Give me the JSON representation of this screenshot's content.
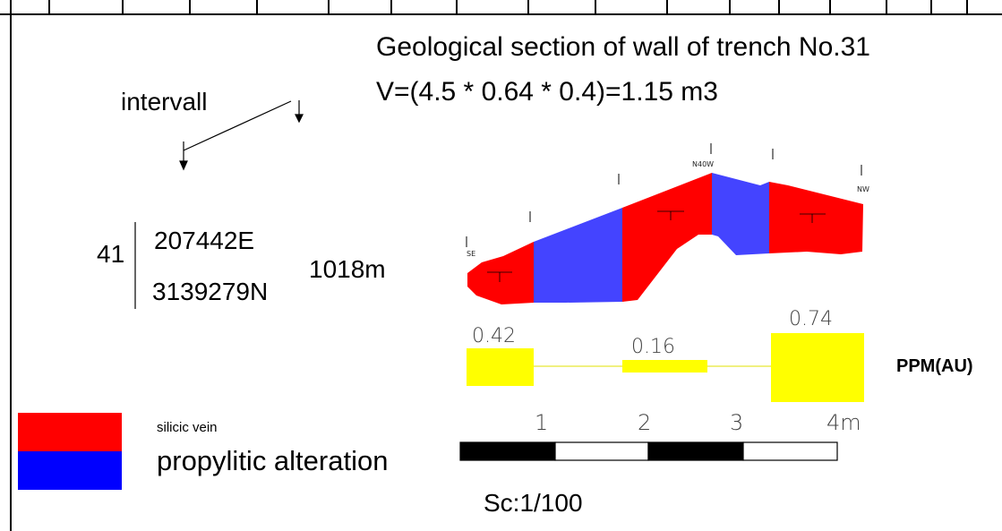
{
  "title": "Geological section of wall of trench No.31",
  "volume": "V=(4.5 * 0.64 * 0.4)=1.15 m3",
  "interval_label": "intervall",
  "point": {
    "id": "41",
    "easting": "207442E",
    "northing": "3139279N",
    "elevation": "1018m"
  },
  "legend": [
    {
      "label": "silicic vein",
      "color": "#ff0000"
    },
    {
      "label": "propylitic alteration",
      "color": "#3333ff"
    }
  ],
  "directions": [
    "SE",
    "N40W",
    "NW"
  ],
  "assay": {
    "unit_label": "PPM(AU)",
    "values": [
      "0.42",
      "0.16",
      "0.74"
    ],
    "bar_color": "#ffff00"
  },
  "scale_bar": {
    "ticks": [
      "1",
      "2",
      "3",
      "4m"
    ],
    "label": "Sc:1/100"
  },
  "header_row_color": "#000000"
}
